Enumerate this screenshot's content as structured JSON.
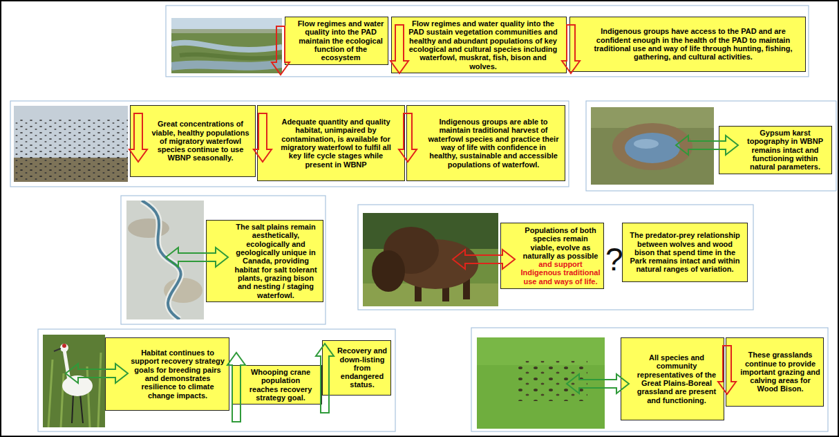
{
  "diagram": {
    "nodes": [
      {
        "text": [
          "Flow regimes and water quality into the PAD maintain the ecological function of the ecosystem"
        ]
      },
      {
        "text": [
          "Flow regimes and water quality into the PAD sustain vegetation communities and healthy and abundant populations of key ecological and cultural species including waterfowl, muskrat, fish, bison and wolves."
        ]
      },
      {
        "text": [
          "Indigenous groups have access to the PAD and are confident enough in the health of the PAD to maintain traditional use and way of life through hunting, fishing, gathering, and cultural activities."
        ]
      },
      {
        "text": [
          "Great concentrations of viable, healthy populations of migratory waterfowl species continue to use WBNP seasonally."
        ]
      },
      {
        "text": [
          "Adequate quantity and quality habitat, unimpaired by contamination, is available for migratory waterfowl to fulfil all key life cycle stages while present in WBNP"
        ]
      },
      {
        "text": [
          "Indigenous groups are able to maintain traditional harvest of waterfowl species and practice their way of life with confidence in healthy, sustainable and accessible populations of waterfowl."
        ]
      },
      {
        "text": [
          "Gypsum karst topography in WBNP remains intact and functioning within natural parameters."
        ]
      },
      {
        "text": [
          "The salt plains remain aesthetically, ecologically and geologically unique in Canada, providing habitat for salt tolerant plants, grazing bison and nesting / staging waterfowl."
        ]
      },
      {
        "text": [
          "Populations of both species remain viable, evolve as naturally as possible",
          "and support Indigenous traditional use and ways of life."
        ]
      },
      {
        "text": [
          "The predator-prey relationship between wolves and wood bison that spend time in the Park remains intact and within natural ranges of variation."
        ]
      },
      {
        "text": [
          "Habitat continues to support recovery strategy goals for breeding pairs and demonstrates resilience to climate change impacts."
        ]
      },
      {
        "text": [
          "Whooping crane population reaches recovery strategy goal."
        ]
      },
      {
        "text": [
          "Recovery and down-listing from endangered status."
        ]
      },
      {
        "text": [
          "All species and community representatives of the Great Plains-Boreal grassland are present and functioning."
        ]
      },
      {
        "text": [
          "These grasslands continue to provide important grazing and calving areas for Wood Bison."
        ]
      }
    ],
    "labels": [
      "?"
    ]
  }
}
